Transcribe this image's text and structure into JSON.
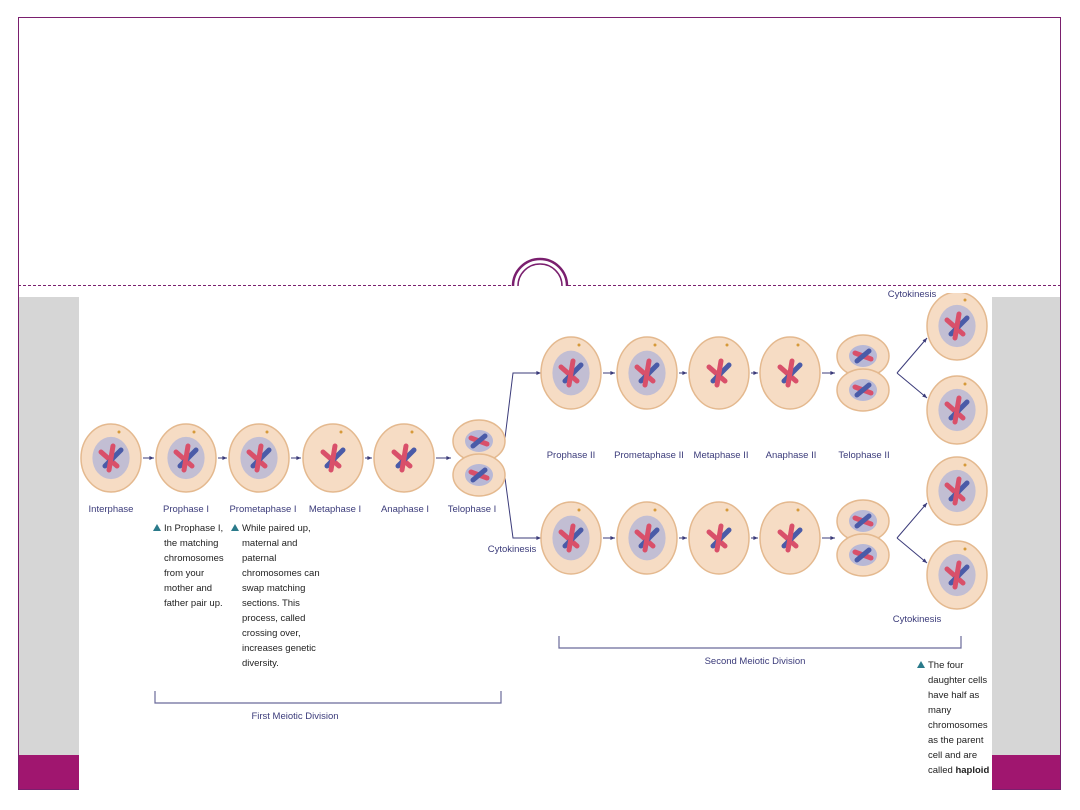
{
  "stages_first_division": [
    {
      "id": "interphase",
      "label": "Interphase"
    },
    {
      "id": "prophase-1",
      "label": "Prophase I"
    },
    {
      "id": "prometaphase-1",
      "label": "Prometaphase I"
    },
    {
      "id": "metaphase-1",
      "label": "Metaphase I"
    },
    {
      "id": "anaphase-1",
      "label": "Anaphase I"
    },
    {
      "id": "telophase-1",
      "label": "Telophase I"
    }
  ],
  "stages_second_division": [
    {
      "id": "prophase-2",
      "label": "Prophase II"
    },
    {
      "id": "prometaphase-2",
      "label": "Prometaphase II"
    },
    {
      "id": "metaphase-2",
      "label": "Metaphase II"
    },
    {
      "id": "anaphase-2",
      "label": "Anaphase II"
    },
    {
      "id": "telophase-2",
      "label": "Telophase II"
    }
  ],
  "cytokinesis_labels": [
    "Cytokinesis",
    "Cytokinesis",
    "Cytokinesis"
  ],
  "division_labels": {
    "first": "First Meiotic Division",
    "second": "Second Meiotic Division"
  },
  "notes": {
    "prophase": "In Prophase I, the matching chromosomes from your mother and father pair up.",
    "crossing_over": "While paired up, maternal and paternal chromosomes can swap matching sections. This process, called crossing over, increases genetic diversity.",
    "daughter_cells_prefix": "The four daughter cells have half as many chromosomes as the parent cell and are called",
    "daughter_cells_bold": "haploid"
  },
  "colors": {
    "frame": "#7a1f6e",
    "bar": "#a0166f",
    "cell_fill": "#f6dcc4",
    "nucleus": "#b8b8d6",
    "chromosome_red": "#d9506a",
    "chromosome_blue": "#4a5ba8",
    "label": "#3b3b7a"
  }
}
